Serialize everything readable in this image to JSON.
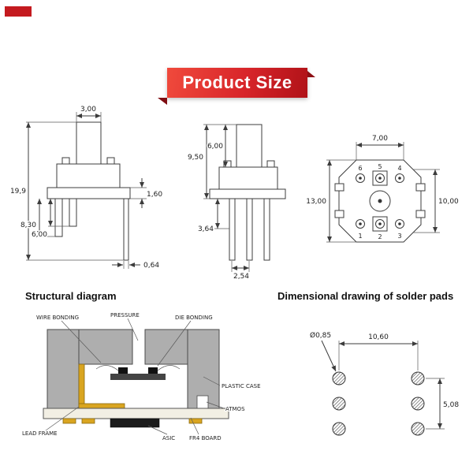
{
  "accent_color": "#c41a1f",
  "banner": {
    "label": "Product Size"
  },
  "front_view": {
    "dim_top_width": "3,00",
    "dim_total_height": "19,9",
    "dim_flange_thickness": "1,60",
    "dim_lead_long": "8,30",
    "dim_lead_short": "6,00",
    "dim_lead_width": "0,64"
  },
  "side_view": {
    "dim_tube_height": "6,00",
    "dim_body_height": "9,50",
    "dim_lead_shoulder": "3,64",
    "dim_pin_pitch": "2,54"
  },
  "bottom_view": {
    "dim_top_width": "7,00",
    "dim_full_height": "13,00",
    "dim_pad_span": "10,00",
    "pins_top": [
      "6",
      "5",
      "4"
    ],
    "pins_bottom": [
      "1",
      "2",
      "3"
    ]
  },
  "structural": {
    "title": "Structural diagram",
    "labels": {
      "wire_bonding": "WIRE BONDING",
      "pressure": "PRESSURE",
      "die_bonding": "DIE BONDING",
      "plastic_case": "PLASTIC CASE",
      "atmos": "ATMOS",
      "lead_frame": "LEAD FRAME",
      "asic": "ASIC",
      "fr4_board": "FR4 BOARD"
    }
  },
  "solder_pads": {
    "title": "Dimensional drawing of solder pads",
    "dim_pad_diameter": "Ø0,85",
    "dim_column_spacing": "10,60",
    "dim_row_spacing": "5,08"
  }
}
